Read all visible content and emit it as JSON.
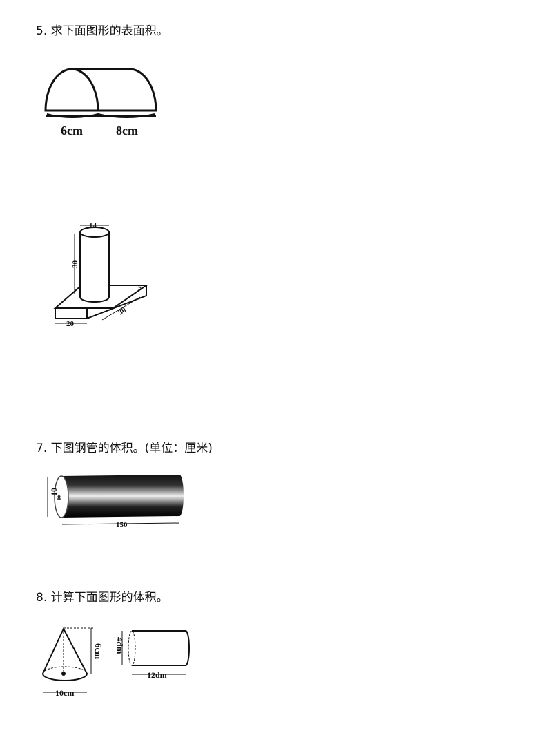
{
  "questions": [
    {
      "title": "5. 求下面图形的表面积。"
    },
    {
      "title": "7. 下图钢管的体积。(单位：厘米)"
    },
    {
      "title": "8. 计算下面图形的体积。"
    }
  ],
  "figures": {
    "half_cylinder": {
      "diameter": "6cm",
      "length": "8cm"
    },
    "cylinder_on_base": {
      "cyl_diameter": "14",
      "cyl_height": "30",
      "base_height": "5",
      "base_depth": "30",
      "base_width": "20"
    },
    "pipe": {
      "outer": "10",
      "inner": "8",
      "length": "150"
    },
    "cone": {
      "height": "6cm",
      "base": "10cm"
    },
    "cylinder": {
      "diameter": "4dm",
      "length": "12dm"
    }
  }
}
